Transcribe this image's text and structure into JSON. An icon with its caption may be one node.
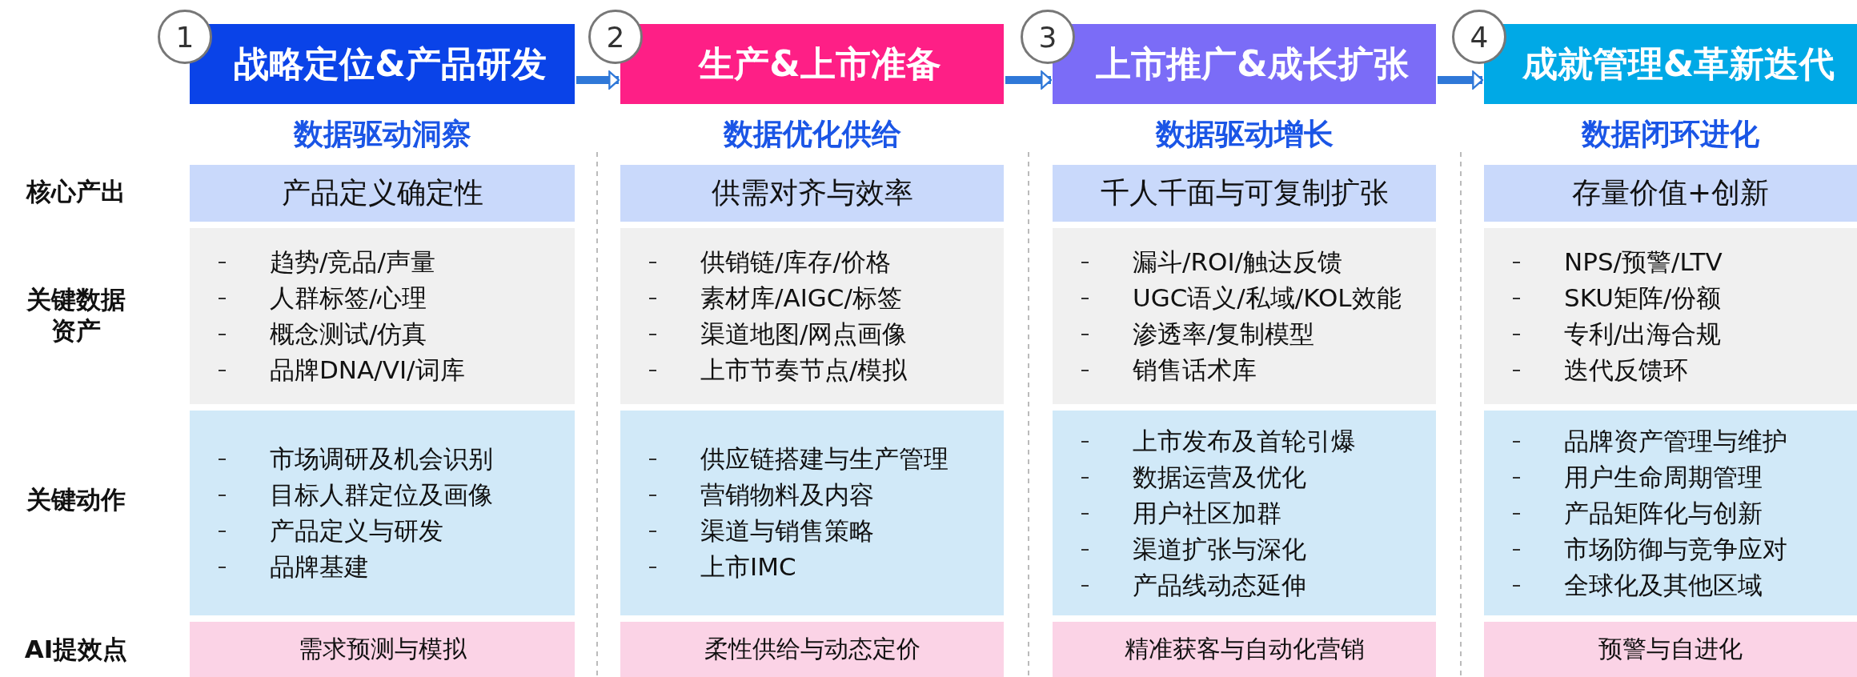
{
  "diagram": {
    "nodes": [
      {
        "text": [
          "1"
        ]
      },
      {
        "text": [
          "战略定位&产品研发"
        ]
      },
      {
        "text": [
          "2"
        ]
      },
      {
        "text": [
          "生产&上市准备"
        ]
      },
      {
        "text": [
          "3"
        ]
      },
      {
        "text": [
          "上市推广&成长扩张"
        ]
      },
      {
        "text": [
          "4"
        ]
      },
      {
        "text": [
          "成就管理&革新迭代"
        ]
      },
      {
        "text": [
          "产品定义确定性"
        ]
      },
      {
        "text": [
          "供需对齐与效率"
        ]
      },
      {
        "text": [
          "千人千面与可复制扩张"
        ]
      },
      {
        "text": [
          "存量价值+创新"
        ]
      },
      {
        "text": [
          "趋势/竞品/声量",
          "人群标签/心理",
          "概念测试/仿真",
          "品牌DNA/VI/词库"
        ]
      },
      {
        "text": [
          "供销链/库存/价格",
          "素材库/AIGC/标签",
          "渠道地图/网点画像",
          "上市节奏节点/模拟"
        ]
      },
      {
        "text": [
          "漏斗/ROI/触达反馈",
          "UGC语义/私域/KOL效能",
          "渗透率/复制模型",
          "销售话术库"
        ]
      },
      {
        "text": [
          "NPS/预警/LTV",
          "SKU矩阵/份额",
          "专利/出海合规",
          "迭代反馈环"
        ]
      },
      {
        "text": [
          "市场调研及机会识别",
          "目标人群定位及画像",
          "产品定义与研发",
          "品牌基建"
        ]
      },
      {
        "text": [
          "供应链搭建与生产管理",
          "营销物料及内容",
          "渠道与销售策略",
          "上市IMC"
        ]
      },
      {
        "text": [
          "上市发布及首轮引爆",
          "数据运营及优化",
          "用户社区加群",
          "渠道扩张与深化",
          "产品线动态延伸"
        ]
      },
      {
        "text": [
          "品牌资产管理与维护",
          "用户生命周期管理",
          "产品矩阵化与创新",
          "市场防御与竞争应对",
          "全球化及其他区域"
        ]
      },
      {
        "text": [
          "需求预测与模拟"
        ]
      },
      {
        "text": [
          "柔性供给与动态定价"
        ]
      },
      {
        "text": [
          "精准获客与自动化营销"
        ]
      },
      {
        "text": [
          "预警与自进化"
        ]
      }
    ],
    "edges": [
      {
        "from": 1,
        "to": 3,
        "arrow": "to"
      },
      {
        "from": 3,
        "to": 5,
        "arrow": "to"
      },
      {
        "from": 5,
        "to": 7,
        "arrow": "to"
      }
    ],
    "labels": [
      "数据驱动洞察",
      "数据优化供给",
      "数据驱动增长",
      "数据闭环进化",
      "核心产出",
      "关键数据资产",
      "关键动作",
      "AI提效点"
    ]
  }
}
